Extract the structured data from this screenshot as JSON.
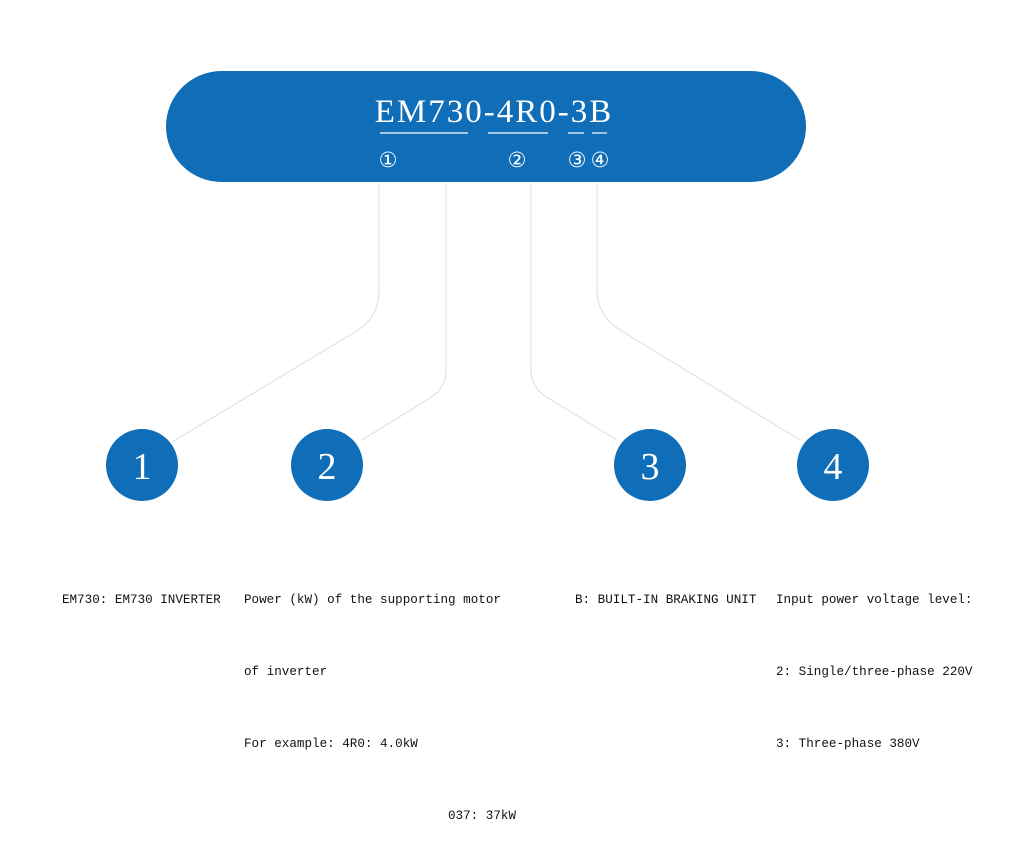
{
  "model_code": "EM730-4R0-3B",
  "segment_markers": [
    "①",
    "②",
    "③",
    "④"
  ],
  "circles": [
    "1",
    "2",
    "3",
    "4"
  ],
  "colors": {
    "accent": "#0f6eb7",
    "connector": "#d9d9d9",
    "text": "#111111"
  },
  "descriptions": {
    "d1": [
      "EM730: EM730 INVERTER"
    ],
    "d2": [
      "Power (kW) of the supporting motor",
      "of inverter",
      "For example: 4R0: 4.0kW",
      "037: 37kW"
    ],
    "d3": [
      "B: BUILT-IN BRAKING UNIT"
    ],
    "d4": [
      "Input power voltage level:",
      "2: Single/three-phase 220V",
      "3: Three-phase 380V"
    ]
  }
}
